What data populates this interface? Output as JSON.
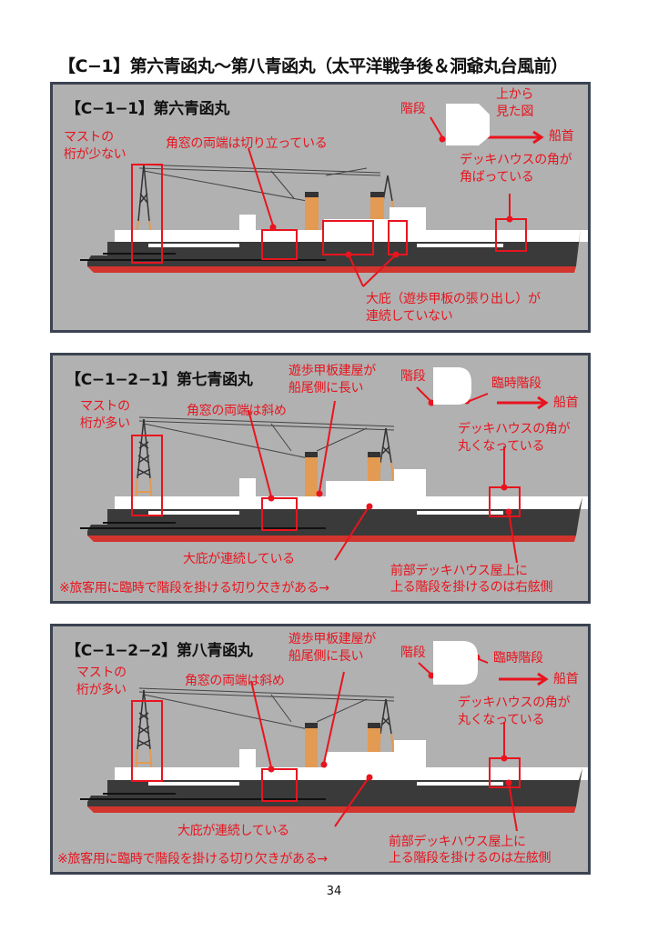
{
  "page": {
    "title": "【C−1】第六青函丸〜第八青函丸（太平洋戦争後＆洞爺丸台風前）",
    "page_number": "34"
  },
  "colors": {
    "panel_bg": "#b1b1b1",
    "panel_border": "#3b4352",
    "annotation_red": "#e8141e",
    "hull_black": "#3a3a3a",
    "hull_red": "#d2342e",
    "funnel_orange": "#e39a52",
    "superstructure_white": "#ffffff"
  },
  "panels": [
    {
      "title": "【C−1−1】第六青函丸",
      "notes": {
        "mast": [
          "マストの",
          "桁が少ない"
        ],
        "windows": "角窓の両端は切り立っている",
        "stairs": "階段",
        "top_view": [
          "上から",
          "見た図"
        ],
        "bow": "船首",
        "deckhouse": [
          "デッキハウスの角が",
          "角ばっている"
        ],
        "canopy": [
          "大庇（遊歩甲板の張り出し）が",
          "連続していない"
        ]
      }
    },
    {
      "title": "【C−1−2−1】第七青函丸",
      "notes": {
        "promenade": [
          "遊歩甲板建屋が",
          "船尾側に長い"
        ],
        "stairs": "階段",
        "temp_stairs": "臨時階段",
        "bow": "船首",
        "mast": [
          "マストの",
          "桁が多い"
        ],
        "windows": "角窓の両端は斜め",
        "deckhouse": [
          "デッキハウスの角が",
          "丸くなっている"
        ],
        "canopy": "大庇が連続している",
        "cutout": "※旅客用に臨時で階段を掛ける切り欠きがある→",
        "roof_stairs": [
          "前部デッキハウス屋上に",
          "上る階段を掛けるのは右舷側"
        ]
      }
    },
    {
      "title": "【C−1−2−2】第八青函丸",
      "notes": {
        "promenade": [
          "遊歩甲板建屋が",
          "船尾側に長い"
        ],
        "stairs": "階段",
        "temp_stairs": "臨時階段",
        "bow": "船首",
        "mast": [
          "マストの",
          "桁が多い"
        ],
        "windows": "角窓の両端は斜め",
        "deckhouse": [
          "デッキハウスの角が",
          "丸くなっている"
        ],
        "canopy": "大庇が連続している",
        "cutout": "※旅客用に臨時で階段を掛ける切り欠きがある→",
        "roof_stairs": [
          "前部デッキハウス屋上に",
          "上る階段を掛けるのは左舷側"
        ]
      }
    }
  ]
}
